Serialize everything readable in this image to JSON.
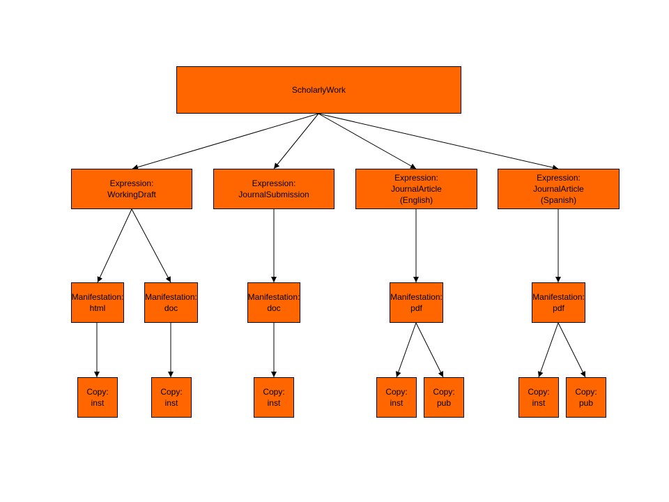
{
  "diagram": {
    "fill_color": "#ff6600",
    "stroke_color": "#000000",
    "root": {
      "label": "ScholarlyWork"
    },
    "expressions": [
      {
        "label": "Expression:\nWorkingDraft"
      },
      {
        "label": "Expression:\nJournalSubmission"
      },
      {
        "label": "Expression:\nJournalArticle\n(English)"
      },
      {
        "label": "Expression:\nJournalArticle\n(Spanish)"
      }
    ],
    "manifestations": [
      {
        "label": "Manifestation:\nhtml"
      },
      {
        "label": "Manifestation:\ndoc"
      },
      {
        "label": "Manifestation:\ndoc"
      },
      {
        "label": "Manifestation:\npdf"
      },
      {
        "label": "Manifestation:\npdf"
      }
    ],
    "copies": [
      {
        "label": "Copy:\ninst"
      },
      {
        "label": "Copy:\ninst"
      },
      {
        "label": "Copy:\ninst"
      },
      {
        "label": "Copy:\ninst"
      },
      {
        "label": "Copy:\npub"
      },
      {
        "label": "Copy:\ninst"
      },
      {
        "label": "Copy:\npub"
      }
    ]
  }
}
